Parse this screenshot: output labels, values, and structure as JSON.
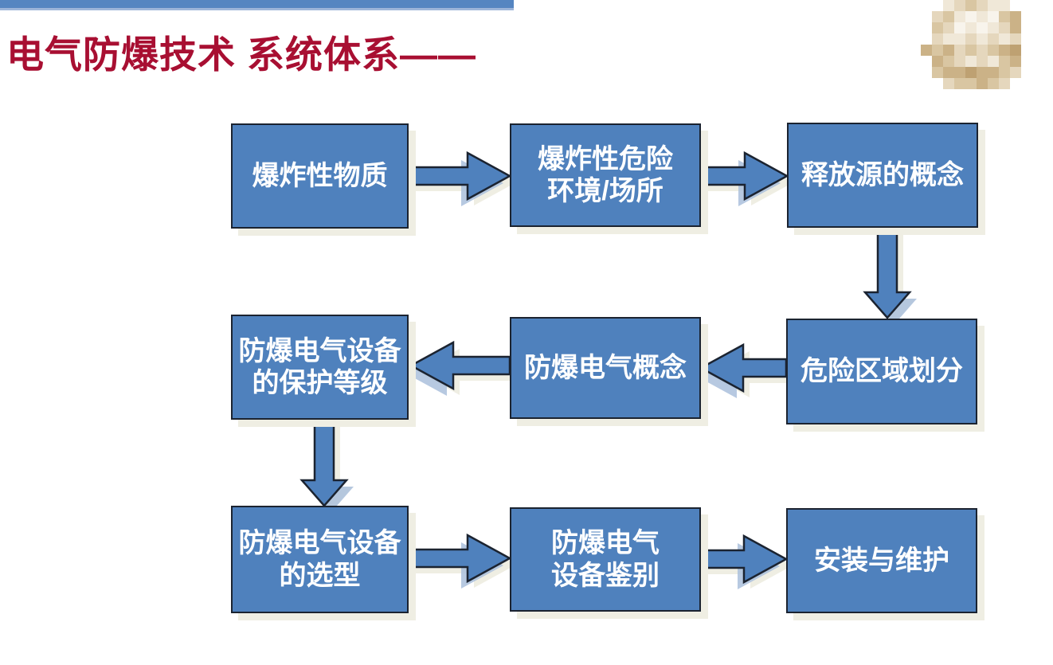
{
  "header": {
    "title": "电气防爆技术 系统体系——"
  },
  "colors": {
    "title_red": "#A80F32",
    "top_bar_blue": "#5585C1",
    "top_bar_light_blue": "#9DB5D9",
    "box_fill_blue": "#4F81BD",
    "box_border": "#1B2330",
    "box_text": "#FFFFFF",
    "shadow_beige": "#EFEEE3",
    "arrow_ghost_blue": "#AABFDC"
  },
  "logo": {
    "name": "pixelated-beige-logo",
    "palette": {
      "a": "#F8F4EC",
      "b": "#F0E8D8",
      "c": "#E5D7BD",
      "d": "#D9C6A2",
      "e": "#CBB287",
      "f": "#BEA172"
    },
    "pattern": [
      "..bcdcbb..",
      ".cdbabade.",
      ".dcababce.",
      ".cbbcbcbc.",
      "edecdcdef.",
      ".edcbcbde.",
      ".deefeedc.",
      "..cddedc.."
    ]
  },
  "diagram": {
    "type": "flowchart",
    "nodes": [
      {
        "id": "explosive-substances",
        "label": "爆炸性物质",
        "lines": [
          "爆炸性物质"
        ]
      },
      {
        "id": "hazardous-environment",
        "label": "爆炸性危险环境/场所",
        "lines": [
          "爆炸性危险",
          "环境/场所"
        ]
      },
      {
        "id": "release-source",
        "label": "释放源的概念",
        "lines": [
          "释放源的概念"
        ]
      },
      {
        "id": "protection-level",
        "label": "防爆电气设备的保护等级",
        "lines": [
          "防爆电气设备",
          "的保护等级"
        ]
      },
      {
        "id": "exproof-concept",
        "label": "防爆电气概念",
        "lines": [
          "防爆电气概念"
        ]
      },
      {
        "id": "zone-classification",
        "label": "危险区域划分",
        "lines": [
          "危险区域划分"
        ]
      },
      {
        "id": "equipment-selection",
        "label": "防爆电气设备的选型",
        "lines": [
          "防爆电气设备",
          "的选型"
        ]
      },
      {
        "id": "equipment-identification",
        "label": "防爆电气设备鉴别",
        "lines": [
          "防爆电气",
          "设备鉴别"
        ]
      },
      {
        "id": "installation-maintenance",
        "label": "安装与维护",
        "lines": [
          "安装与维护"
        ]
      }
    ],
    "edges": [
      {
        "from": "explosive-substances",
        "to": "hazardous-environment",
        "direction": "right"
      },
      {
        "from": "hazardous-environment",
        "to": "release-source",
        "direction": "right"
      },
      {
        "from": "release-source",
        "to": "zone-classification",
        "direction": "down"
      },
      {
        "from": "zone-classification",
        "to": "exproof-concept",
        "direction": "left"
      },
      {
        "from": "exproof-concept",
        "to": "protection-level",
        "direction": "left"
      },
      {
        "from": "protection-level",
        "to": "equipment-selection",
        "direction": "down"
      },
      {
        "from": "equipment-selection",
        "to": "equipment-identification",
        "direction": "right"
      },
      {
        "from": "equipment-identification",
        "to": "installation-maintenance",
        "direction": "right"
      }
    ]
  }
}
